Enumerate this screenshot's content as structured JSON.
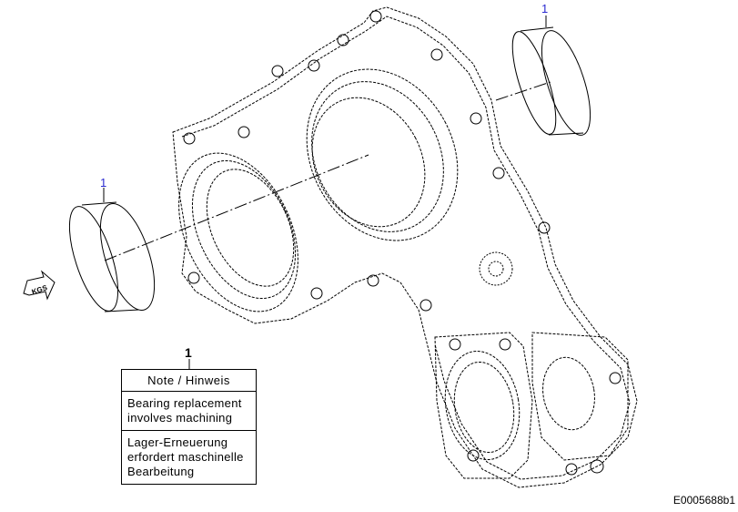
{
  "callouts": {
    "ring_right": "1",
    "ring_left": "1"
  },
  "direction_arrow": {
    "label": "KGS",
    "icon": "direction-arrow-icon"
  },
  "note": {
    "number": "1",
    "header": "Note / Hinweis",
    "english": [
      "Bearing replacement",
      "involves machining"
    ],
    "german": [
      "Lager-Erneuerung",
      "erfordert maschinelle",
      "Bearbeitung"
    ]
  },
  "reference_code": "E0005688b1",
  "colors": {
    "callout": "#2a2ad0",
    "lines": "#000000",
    "background": "#ffffff"
  }
}
